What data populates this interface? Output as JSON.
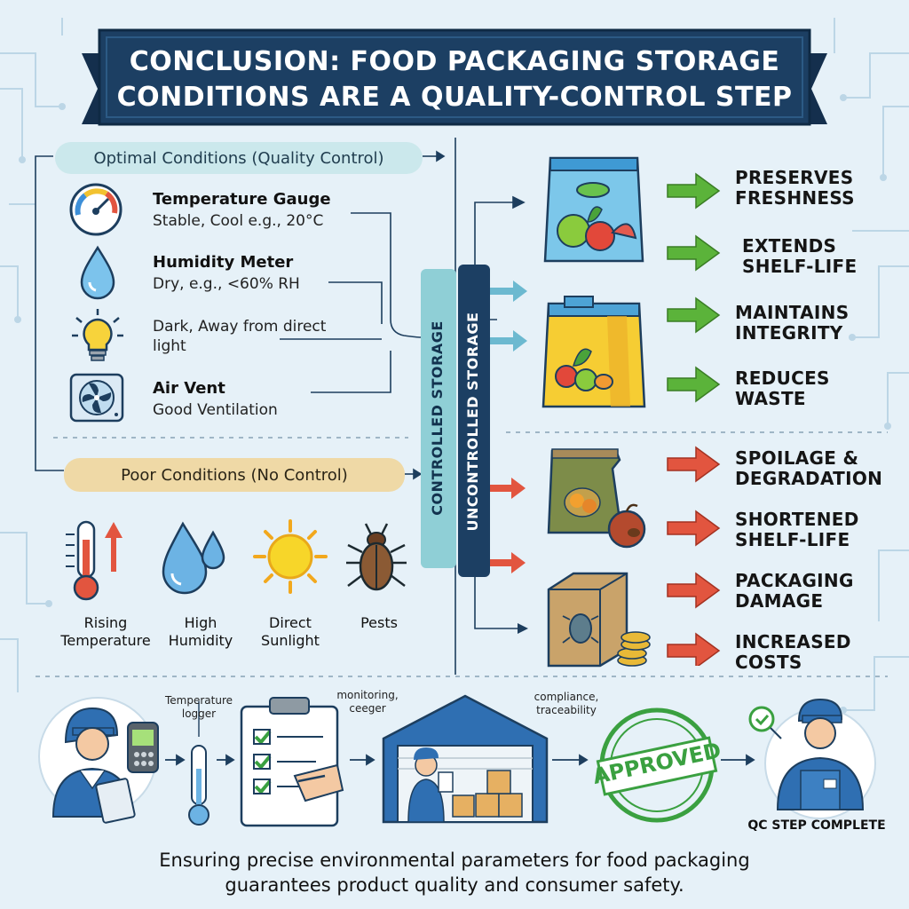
{
  "title": {
    "line1": "CONCLUSION: FOOD PACKAGING STORAGE",
    "line2": "CONDITIONS ARE A QUALITY-CONTROL STEP"
  },
  "optimal": {
    "heading": "Optimal Conditions (Quality Control)",
    "items": [
      {
        "icon": "temperature-gauge-icon",
        "title": "Temperature Gauge",
        "desc": "Stable, Cool e.g., 20°C"
      },
      {
        "icon": "water-drop-icon",
        "title": "Humidity Meter",
        "desc": "Dry, e.g., <60% RH"
      },
      {
        "icon": "light-bulb-icon",
        "title": "",
        "desc": "Dark, Away from direct light"
      },
      {
        "icon": "air-vent-icon",
        "title": "Air Vent",
        "desc": "Good Ventilation"
      }
    ]
  },
  "poor": {
    "heading": "Poor Conditions (No Control)",
    "items": [
      {
        "icon": "thermometer-rising-icon",
        "label_line1": "Rising",
        "label_line2": "Temperature"
      },
      {
        "icon": "water-drops-icon",
        "label_line1": "High",
        "label_line2": "Humidity"
      },
      {
        "icon": "sun-icon",
        "label_line1": "Direct",
        "label_line2": "Sunlight"
      },
      {
        "icon": "beetle-icon",
        "label_line1": "Pests",
        "label_line2": ""
      }
    ]
  },
  "storage": {
    "controlled": "CONTROLLED STORAGE",
    "uncontrolled": "UNCONTROLLED STORAGE"
  },
  "outcomes_good": [
    {
      "line1": "PRESERVES",
      "line2": "FRESHNESS"
    },
    {
      "line1": "EXTENDS",
      "line2": "SHELF-LIFE"
    },
    {
      "line1": "MAINTAINS",
      "line2": "INTEGRITY"
    },
    {
      "line1": "REDUCES",
      "line2": "WASTE"
    }
  ],
  "outcomes_bad": [
    {
      "line1": "SPOILAGE &",
      "line2": "DEGRADATION"
    },
    {
      "line1": "SHORTENED",
      "line2": "SHELF-LIFE"
    },
    {
      "line1": "PACKAGING",
      "line2": "DAMAGE"
    },
    {
      "line1": "INCREASED",
      "line2": "COSTS"
    }
  ],
  "process": {
    "logger_label_line1": "Temperature",
    "logger_label_line2": "logger",
    "monitoring_label_line1": "monitoring,",
    "monitoring_label_line2": "ceeger",
    "compliance_label_line1": "compliance,",
    "compliance_label_line2": "traceability",
    "stamp_text": "APPROVED",
    "complete_label": "QC STEP COMPLETE"
  },
  "footer": {
    "line1": "Ensuring precise environmental parameters for food packaging",
    "line2": "guarantees product quality and consumer safety."
  },
  "colors": {
    "navy": "#1c3f63",
    "teal": "#8fcfd6",
    "green_arrow": "#5bb33a",
    "red_arrow": "#e2553f",
    "approved_green": "#3aa040"
  }
}
